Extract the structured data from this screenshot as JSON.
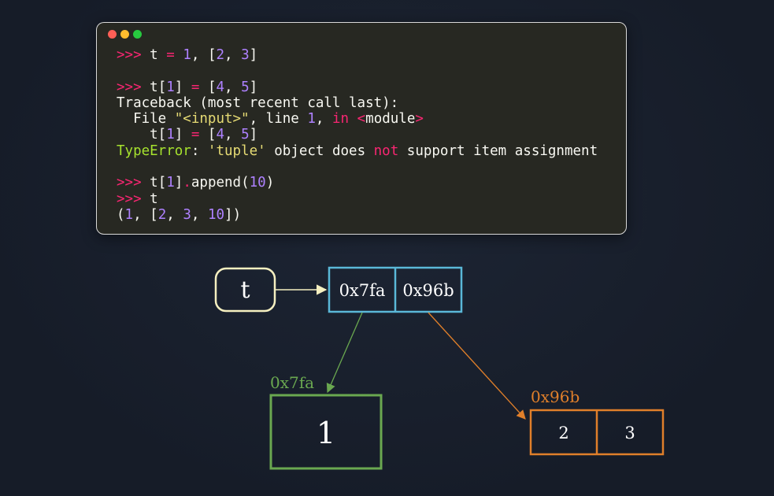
{
  "terminal": {
    "lines": [
      [
        {
          "t": ">>> ",
          "c": "prompt"
        },
        {
          "t": "t ",
          "c": "plain"
        },
        {
          "t": "=",
          "c": "op"
        },
        {
          "t": " ",
          "c": "plain"
        },
        {
          "t": "1",
          "c": "num"
        },
        {
          "t": ", [",
          "c": "plain"
        },
        {
          "t": "2",
          "c": "num"
        },
        {
          "t": ", ",
          "c": "plain"
        },
        {
          "t": "3",
          "c": "num"
        },
        {
          "t": "]",
          "c": "plain"
        }
      ],
      [],
      [
        {
          "t": ">>> ",
          "c": "prompt"
        },
        {
          "t": "t[",
          "c": "plain"
        },
        {
          "t": "1",
          "c": "num"
        },
        {
          "t": "] ",
          "c": "plain"
        },
        {
          "t": "=",
          "c": "op"
        },
        {
          "t": " [",
          "c": "plain"
        },
        {
          "t": "4",
          "c": "num"
        },
        {
          "t": ", ",
          "c": "plain"
        },
        {
          "t": "5",
          "c": "num"
        },
        {
          "t": "]",
          "c": "plain"
        }
      ],
      [
        {
          "t": "Traceback (most recent call last):",
          "c": "plain"
        }
      ],
      [
        {
          "t": "  File ",
          "c": "plain"
        },
        {
          "t": "\"<input>\"",
          "c": "str"
        },
        {
          "t": ", line ",
          "c": "plain"
        },
        {
          "t": "1",
          "c": "num"
        },
        {
          "t": ", ",
          "c": "plain"
        },
        {
          "t": "in",
          "c": "kw"
        },
        {
          "t": " ",
          "c": "plain"
        },
        {
          "t": "<",
          "c": "op"
        },
        {
          "t": "module",
          "c": "plain"
        },
        {
          "t": ">",
          "c": "op"
        }
      ],
      [
        {
          "t": "    t[",
          "c": "plain"
        },
        {
          "t": "1",
          "c": "num"
        },
        {
          "t": "] ",
          "c": "plain"
        },
        {
          "t": "=",
          "c": "op"
        },
        {
          "t": " [",
          "c": "plain"
        },
        {
          "t": "4",
          "c": "num"
        },
        {
          "t": ", ",
          "c": "plain"
        },
        {
          "t": "5",
          "c": "num"
        },
        {
          "t": "]",
          "c": "plain"
        }
      ],
      [
        {
          "t": "TypeError",
          "c": "err"
        },
        {
          "t": ": ",
          "c": "plain"
        },
        {
          "t": "'tuple'",
          "c": "str"
        },
        {
          "t": " object does ",
          "c": "plain"
        },
        {
          "t": "not",
          "c": "kw"
        },
        {
          "t": " support item assignment",
          "c": "plain"
        }
      ],
      [],
      [
        {
          "t": ">>> ",
          "c": "prompt"
        },
        {
          "t": "t[",
          "c": "plain"
        },
        {
          "t": "1",
          "c": "num"
        },
        {
          "t": "]",
          "c": "plain"
        },
        {
          "t": ".",
          "c": "op"
        },
        {
          "t": "append(",
          "c": "plain"
        },
        {
          "t": "10",
          "c": "num"
        },
        {
          "t": ")",
          "c": "plain"
        }
      ],
      [
        {
          "t": ">>> ",
          "c": "prompt"
        },
        {
          "t": "t",
          "c": "plain"
        }
      ],
      [
        {
          "t": "(",
          "c": "plain"
        },
        {
          "t": "1",
          "c": "num"
        },
        {
          "t": ", [",
          "c": "plain"
        },
        {
          "t": "2",
          "c": "num"
        },
        {
          "t": ", ",
          "c": "plain"
        },
        {
          "t": "3",
          "c": "num"
        },
        {
          "t": ", ",
          "c": "plain"
        },
        {
          "t": "10",
          "c": "num"
        },
        {
          "t": "])",
          "c": "plain"
        }
      ]
    ]
  },
  "diagram": {
    "variable": {
      "label": "t"
    },
    "tuple": {
      "cells": [
        "0x7fa",
        "0x96b"
      ]
    },
    "int_object": {
      "address": "0x7fa",
      "value": "1"
    },
    "list_object": {
      "address": "0x96b",
      "cells": [
        "2",
        "3"
      ]
    }
  },
  "colors": {
    "variable": "#f5efc0",
    "tuple": "#5ab8d8",
    "int_object": "#6aa850",
    "list_object": "#e07f2a",
    "text": "#ffffff",
    "background": "#181f2c"
  }
}
